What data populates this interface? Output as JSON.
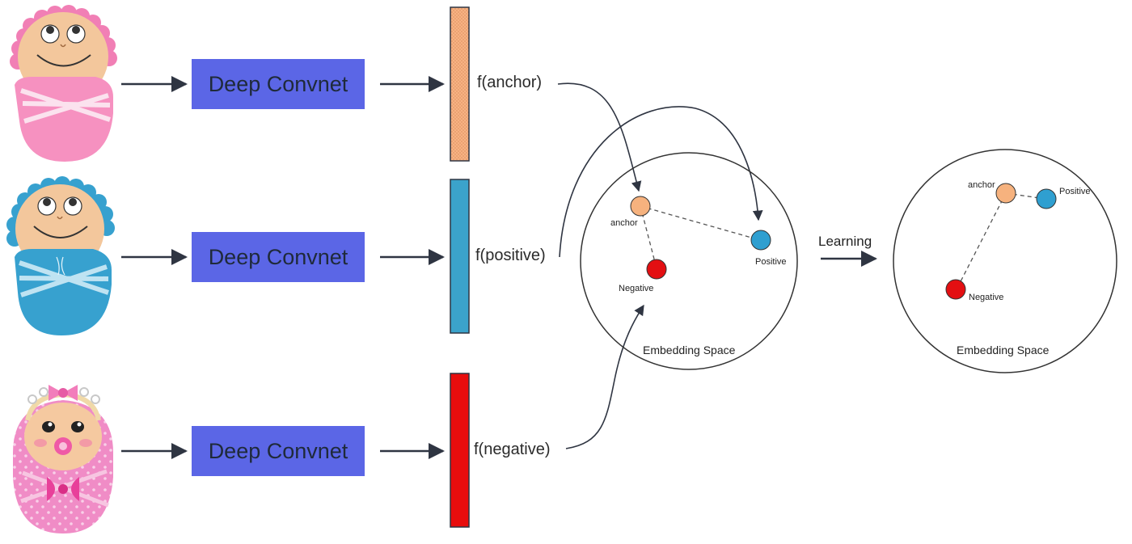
{
  "convnet_label": "Deep Convnet",
  "embeddings": {
    "anchor": "f(anchor)",
    "positive": "f(positive)",
    "negative": "f(negative)"
  },
  "points": {
    "anchor": "anchor",
    "positive": "Positive",
    "negative": "Negative"
  },
  "space_label": "Embedding Space",
  "learning_label": "Learning",
  "colors": {
    "convnet": "#5b66e6",
    "anchor_vec": "#f6b27e",
    "positive_vec": "#3ba3cb",
    "negative_vec": "#e80d0d",
    "anchor_pt": "#f6b27e",
    "positive_pt": "#2f9fd0",
    "negative_pt": "#e30f12"
  },
  "icons": [
    "baby-pink-icon",
    "baby-blue-icon",
    "baby-girl-icon"
  ]
}
